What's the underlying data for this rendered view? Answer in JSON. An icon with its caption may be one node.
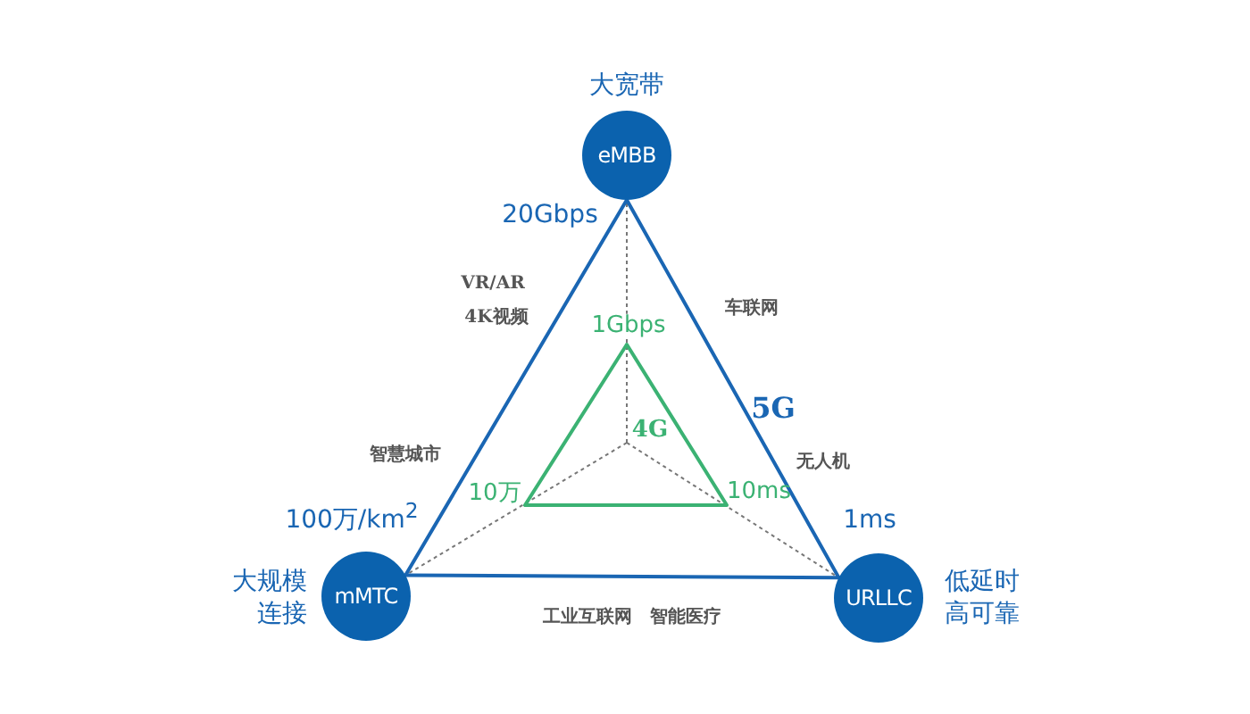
{
  "diagram": {
    "nodes": [
      {
        "text": [
          "eMBB"
        ],
        "beside": [
          "大宽带"
        ]
      },
      {
        "text": [
          "4G"
        ]
      },
      {
        "text": [
          "mMTC"
        ],
        "beside": [
          "大规模连接"
        ]
      },
      {
        "text": [
          "URLLC"
        ],
        "beside": [
          "低延时高可靠"
        ]
      }
    ],
    "edges": [
      {
        "from": 0,
        "to": 2,
        "arrow": "none"
      },
      {
        "from": 2,
        "to": 3,
        "arrow": "none"
      },
      {
        "from": 3,
        "to": 0,
        "arrow": "none"
      }
    ],
    "labels": [
      "20Gbps",
      "VR/AR",
      "车联网",
      "4K视频",
      "1Gbps",
      "5G",
      "智慧城市",
      "无人机",
      "10万",
      "10ms",
      "100万/km$^{2}$",
      "1ms",
      "工业互联网",
      "智能医疗"
    ]
  }
}
